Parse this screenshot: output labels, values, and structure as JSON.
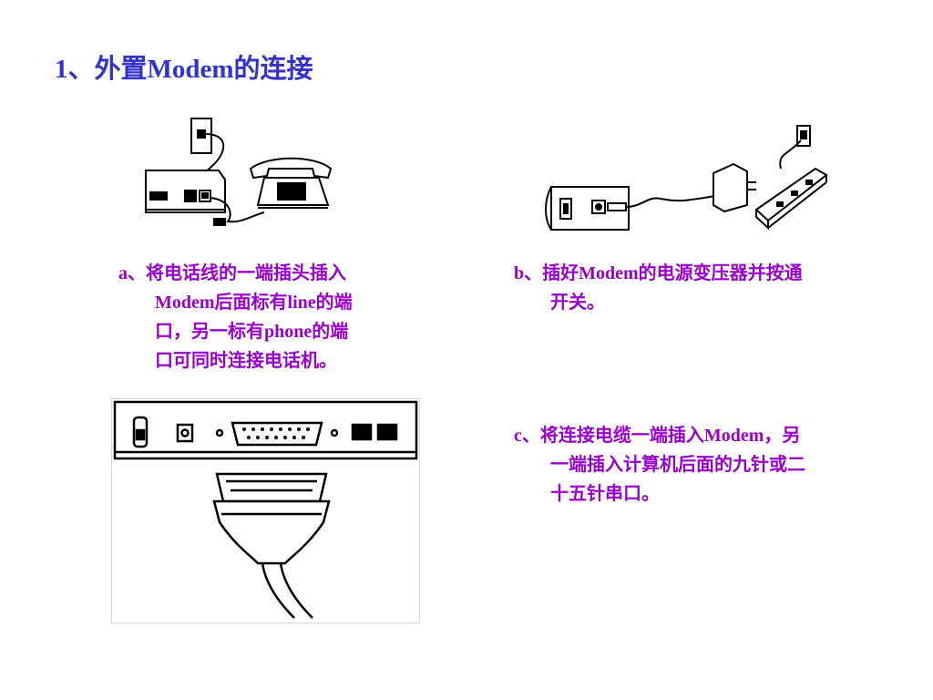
{
  "slide": {
    "title": "1、外置Modem的连接"
  },
  "captions": {
    "a": {
      "lines": [
        "a、将电话线的一端插头插入",
        "Modem后面标有line的端",
        "口，另一标有phone的端",
        "口可同时连接电话机。"
      ]
    },
    "b": {
      "lines": [
        "b、插好Modem的电源变压器并按通",
        "开关。"
      ]
    },
    "c": {
      "lines": [
        "c、将连接电缆一端插入Modem，另",
        "一端插入计算机后面的九针或二",
        "十五针串口。"
      ]
    }
  },
  "colors": {
    "title": "#3333cc",
    "caption": "#9900cc"
  }
}
